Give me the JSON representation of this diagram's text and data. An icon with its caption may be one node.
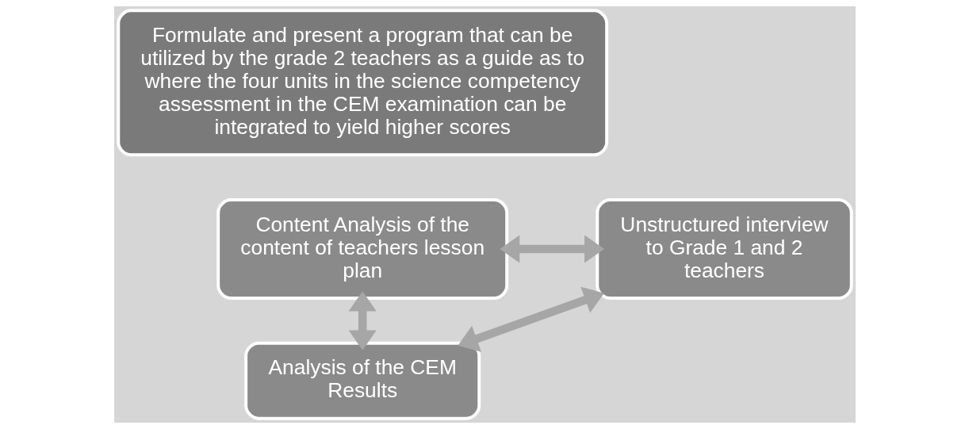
{
  "diagram": {
    "nodes": [
      {
        "text": [
          "Analysis of the CEM Results"
        ]
      },
      {
        "text": [
          "Formulate and present a program that can be utilized by the grade 2 teachers as a guide as to where the four units in the science competency assessment in the CEM examination can be integrated to yield higher scores"
        ]
      },
      {
        "text": [
          "Content Analysis of the content of teachers lesson plan"
        ]
      },
      {
        "text": [
          "Unstructured interview to Grade 1 and 2 teachers"
        ]
      }
    ],
    "edges": [
      {
        "from": 2,
        "to": 0,
        "arrow": "both"
      },
      {
        "from": 0,
        "to": 3,
        "arrow": "both"
      },
      {
        "from": 2,
        "to": 3,
        "arrow": "both"
      }
    ]
  }
}
